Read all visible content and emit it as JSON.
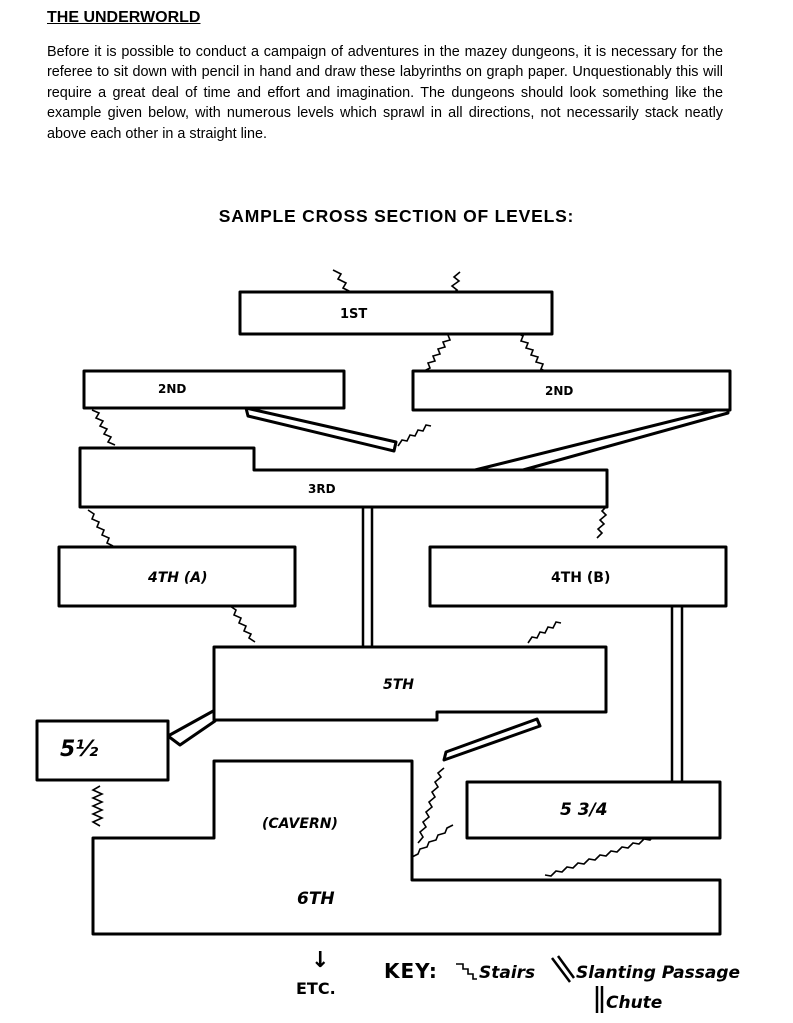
{
  "section_title": "THE UNDERWORLD",
  "paragraph": "Before it is possible to conduct a campaign of adventures in the mazey dungeons, it is necessary for the referee to sit down with pencil in hand and draw these labyrinths on graph paper. Unquestionably this will require a great deal of time and effort and imagination. The dungeons should look something like the example given below, with numerous levels which sprawl in all directions, not necessarily stack neatly above each other in a straight line.",
  "diagram": {
    "title": "SAMPLE CROSS SECTION OF LEVELS:",
    "levels": {
      "first": "1ST",
      "second_left": "2ND",
      "second_right": "2ND",
      "third": "3RD",
      "fourth_a": "4TH (A)",
      "fourth_b": "4TH (B)",
      "fifth": "5TH",
      "fifth_half": "5½",
      "fifth_three_quarter": "5 3/4",
      "cavern": "(CAVERN)",
      "sixth": "6TH"
    },
    "etc_arrow": "↓",
    "etc_label": "ETC.",
    "key": {
      "title": "KEY:",
      "stairs": "Stairs",
      "slanting_passage": "Slanting Passage",
      "chute": "Chute"
    }
  }
}
